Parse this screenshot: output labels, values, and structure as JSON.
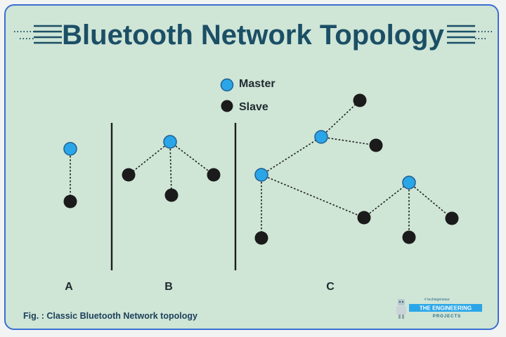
{
  "title": "Bluetooth Network Topology",
  "legend": {
    "master_label": "Master",
    "slave_label": "Slave"
  },
  "panels": [
    {
      "label": "A"
    },
    {
      "label": "B"
    },
    {
      "label": "C"
    }
  ],
  "caption": "Fig. : Classic Bluetooth Network topology",
  "brand": {
    "tagline": "# techiegeneeur",
    "name": "THE ENGINEERING",
    "sub": "PROJECTS"
  },
  "colors": {
    "master": "#2aa6e8",
    "slave": "#1b1b1b",
    "title": "#1b4f66",
    "background": "#cfe5d6",
    "border": "#3b6fd0"
  }
}
